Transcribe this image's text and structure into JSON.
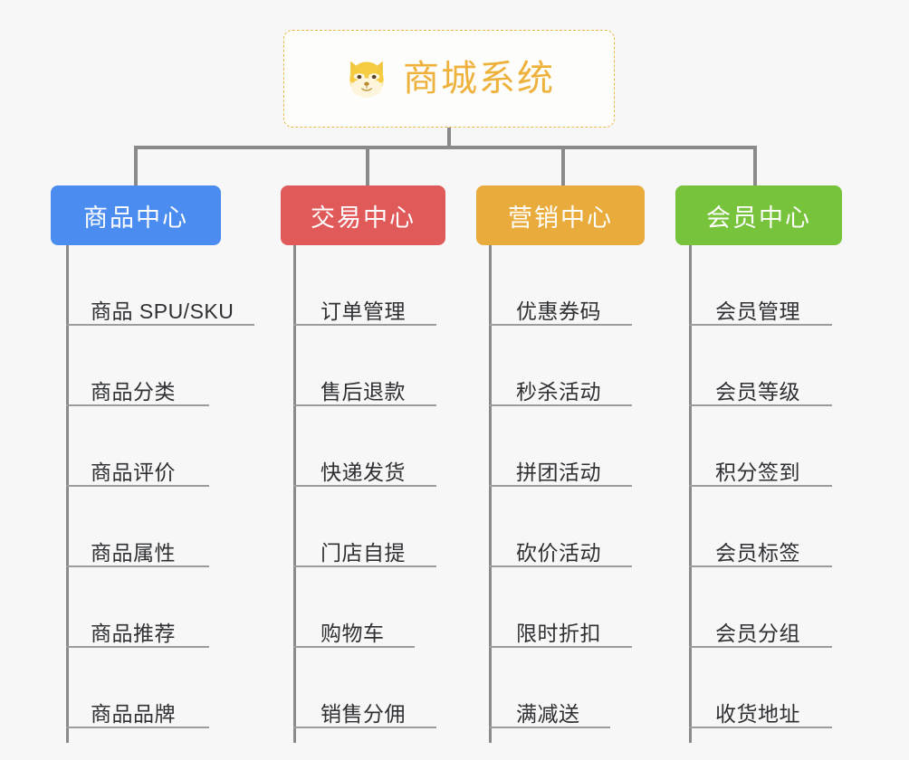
{
  "root": {
    "title": "商城系统",
    "icon": "shiba-dog-emoji",
    "border_color": "#e9b94e",
    "text_color": "#eeb13c",
    "background": "#fdfdfb"
  },
  "canvas": {
    "background": "#f7f7f7",
    "connector_color": "#8a8a8a"
  },
  "branches": [
    {
      "label": "商品中心",
      "color": "#4a8cf0",
      "items": [
        {
          "label": "商品 SPU/SKU",
          "rule_width": 208
        },
        {
          "label": "商品分类",
          "rule_width": 158
        },
        {
          "label": "商品评价",
          "rule_width": 158
        },
        {
          "label": "商品属性",
          "rule_width": 158
        },
        {
          "label": "商品推荐",
          "rule_width": 158
        },
        {
          "label": "商品品牌",
          "rule_width": 158
        }
      ]
    },
    {
      "label": "交易中心",
      "color": "#e15a5a",
      "items": [
        {
          "label": "订单管理",
          "rule_width": 158
        },
        {
          "label": "售后退款",
          "rule_width": 158
        },
        {
          "label": "快递发货",
          "rule_width": 158
        },
        {
          "label": "门店自提",
          "rule_width": 158
        },
        {
          "label": "购物车",
          "rule_width": 134
        },
        {
          "label": "销售分佣",
          "rule_width": 158
        }
      ]
    },
    {
      "label": "营销中心",
      "color": "#e8ab3c",
      "items": [
        {
          "label": "优惠券码",
          "rule_width": 158
        },
        {
          "label": "秒杀活动",
          "rule_width": 158
        },
        {
          "label": "拼团活动",
          "rule_width": 158
        },
        {
          "label": "砍价活动",
          "rule_width": 158
        },
        {
          "label": "限时折扣",
          "rule_width": 158
        },
        {
          "label": "满减送",
          "rule_width": 134
        }
      ]
    },
    {
      "label": "会员中心",
      "color": "#78c33c",
      "items": [
        {
          "label": "会员管理",
          "rule_width": 158
        },
        {
          "label": "会员等级",
          "rule_width": 158
        },
        {
          "label": "积分签到",
          "rule_width": 158
        },
        {
          "label": "会员标签",
          "rule_width": 158
        },
        {
          "label": "会员分组",
          "rule_width": 158
        },
        {
          "label": "收货地址",
          "rule_width": 158
        }
      ]
    }
  ]
}
